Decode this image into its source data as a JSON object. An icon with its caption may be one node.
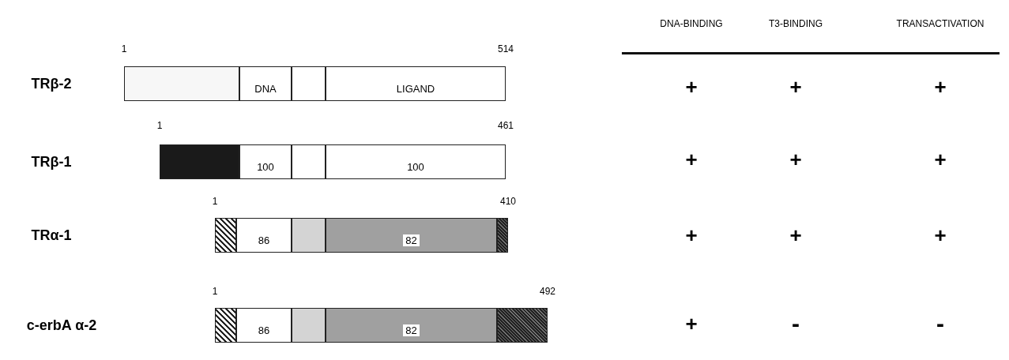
{
  "diagram": {
    "nodes": [
      {
        "text": [],
        "shape": "box"
      },
      {
        "text": [
          "DNA"
        ]
      },
      {
        "text": [],
        "shape": "box"
      },
      {
        "text": [
          "LIGAND"
        ]
      },
      {
        "text": [],
        "shape": "box"
      },
      {
        "text": [
          "100"
        ]
      },
      {
        "text": [],
        "shape": "box"
      },
      {
        "text": [
          "100"
        ]
      },
      {
        "text": [],
        "shape": "box"
      },
      {
        "text": [
          "86"
        ]
      },
      {
        "text": [],
        "shape": "box"
      },
      {
        "text": [
          "82"
        ]
      },
      {
        "text": [],
        "shape": "box"
      },
      {
        "text": [],
        "shape": "box"
      },
      {
        "text": [
          "86"
        ]
      },
      {
        "text": [],
        "shape": "box"
      },
      {
        "text": [
          "82"
        ]
      },
      {
        "text": [],
        "shape": "box"
      }
    ],
    "edges": [],
    "labels": [
      "DNA-BINDING",
      "T3-BINDING",
      "TRANSACTIVATION",
      "1",
      "514",
      "TRβ-2",
      "+",
      "+",
      "+",
      "1",
      "461",
      "TRβ-1",
      "+",
      "+",
      "+",
      "1",
      "410",
      "TRα-1",
      "+",
      "+",
      "+",
      "1",
      "492",
      "c-erbA α-2",
      "+",
      "-",
      "-"
    ]
  }
}
